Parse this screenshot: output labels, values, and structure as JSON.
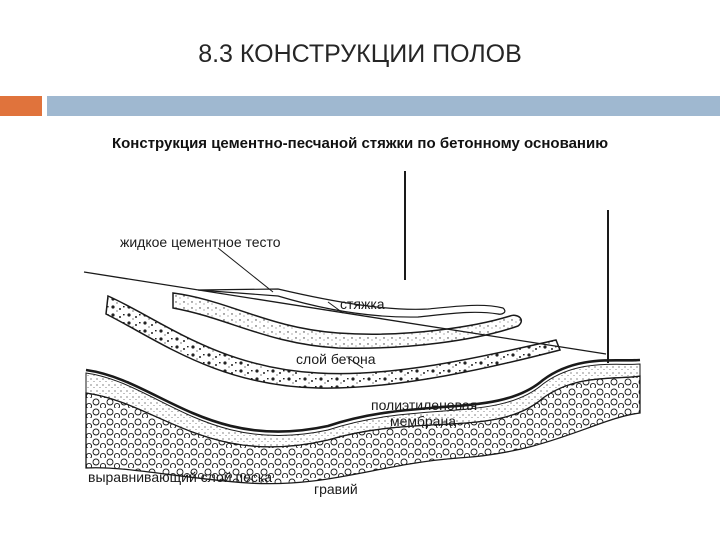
{
  "slide": {
    "title": "8.3 КОНСТРУКЦИИ ПОЛОВ",
    "subtitle": "Конструкция цементно-песчаной стяжки по бетонному основанию"
  },
  "diagram": {
    "labels": {
      "cement_paste": "жидкое цементное тесто",
      "screed": "стяжка",
      "concrete_layer": "слой бетона",
      "membrane_line1": "полиэтиленовая",
      "membrane_line2": "мембрана",
      "sand_layer": "выравнивающий слой песка",
      "gravel": "гравий"
    }
  },
  "colors": {
    "accent_orange": "#e0733c",
    "accent_blue": "#9fb8d0",
    "ink": "#1a1a1a"
  }
}
